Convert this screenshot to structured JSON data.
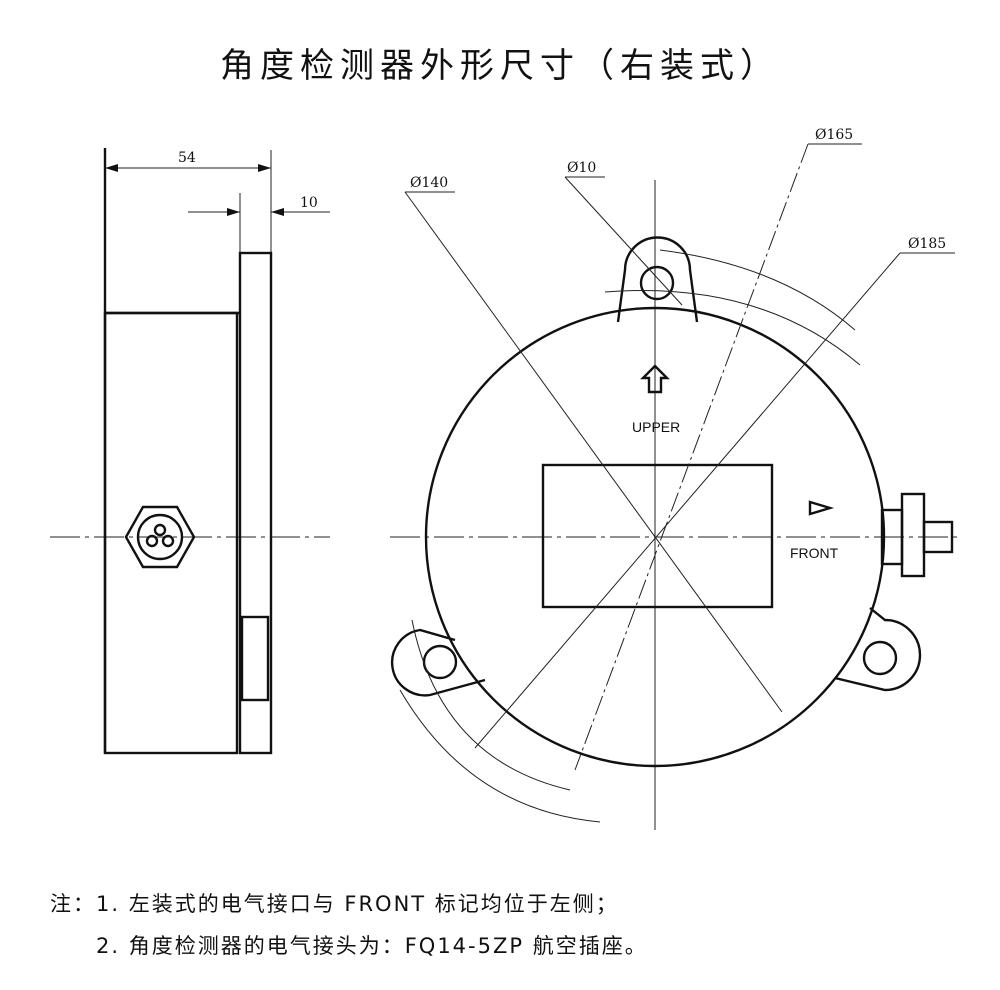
{
  "title": "角度检测器外形尺寸（右装式）",
  "side_view": {
    "dim_width": "54",
    "dim_plate": "10"
  },
  "front_view": {
    "dim_d140": "Ø140",
    "dim_d10": "Ø10",
    "dim_d165": "Ø165",
    "dim_d185": "Ø185",
    "upper_label": "UPPER",
    "front_label": "FRONT"
  },
  "notes": [
    "注：1. 左装式的电气接口与 FRONT 标记均位于左侧；",
    "2. 角度检测器的电气接头为：FQ14-5ZP 航空插座。"
  ]
}
